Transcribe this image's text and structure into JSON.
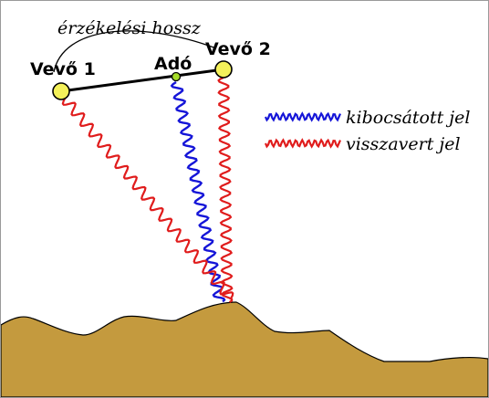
{
  "diagram": {
    "caption": "érzékelési hossz",
    "nodes": {
      "receiver1": {
        "label": "Vevő 1"
      },
      "transmitter": {
        "label": "Adó"
      },
      "receiver2": {
        "label": "Vevő 2"
      }
    },
    "legend": [
      {
        "key": "emitted",
        "label": "kibocsátott jel",
        "color": "#1515d8"
      },
      {
        "key": "reflected",
        "label": "visszavert jel",
        "color": "#e01c1c"
      }
    ],
    "colors": {
      "terrain": "#c49a3e",
      "terrain_outline": "#000000",
      "node_fill": "#f4f15a",
      "transmitter_fill": "#a6dd2a",
      "baseline": "#000000"
    }
  }
}
